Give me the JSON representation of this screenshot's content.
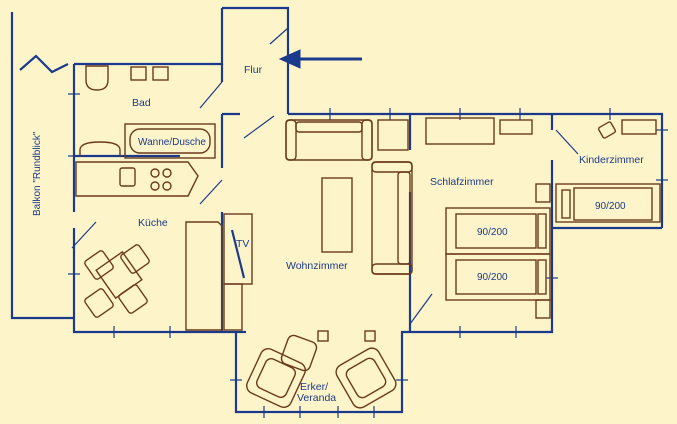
{
  "rooms": {
    "flur": "Flur",
    "bad": "Bad",
    "kueche": "Küche",
    "wohnzimmer": "Wohnzimmer",
    "schlafzimmer": "Schlafzimmer",
    "kinderzimmer": "Kinderzimmer",
    "erker_line1": "Erker/",
    "erker_line2": "Veranda",
    "balkon": "Balkon \"Rundblick\""
  },
  "fixtures": {
    "bathtub": "Wanne/Dusche",
    "tv": "TV",
    "bed_master_1": "90/200",
    "bed_master_2": "90/200",
    "bed_child": "90/200"
  },
  "colors": {
    "background": "#fdf5c9",
    "walls": "#1c3a8c",
    "furniture": "#6b3a1c"
  }
}
